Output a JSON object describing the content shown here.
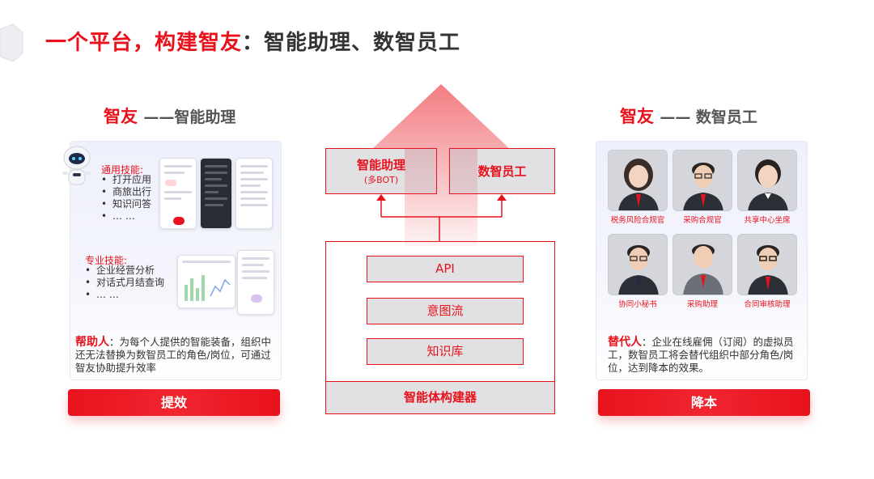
{
  "header": {
    "title_red": "一个平台，构建智友",
    "title_dark": "：智能助理、数智员工"
  },
  "left": {
    "heading_red": "智友",
    "heading_dark": "——智能助理",
    "general_title": "通用技能:",
    "general_items": [
      "打开应用",
      "商旅出行",
      "知识问答",
      "… …"
    ],
    "pro_title": "专业技能:",
    "pro_items": [
      "企业经营分析",
      "对话式月结查询",
      "… …"
    ],
    "desc_strong": "帮助人",
    "desc_text": "：为每个人提供的智能装备，组织中还无法替换为数智员工的角色/岗位，可通过智友协助提升效率",
    "button": "提效"
  },
  "center": {
    "box1_title": "智能助理",
    "box1_sub": "(多BOT)",
    "box2_title": "数智员工",
    "layers": [
      "API",
      "意图流",
      "知识库"
    ],
    "builder": "智能体构建器"
  },
  "right": {
    "heading_red": "智友",
    "heading_dark": "—— 数智员工",
    "avatars": [
      "税务风险合规官",
      "采购合规官",
      "共享中心坐席",
      "协同小秘书",
      "采购助理",
      "合同审核助理"
    ],
    "desc_strong": "替代人",
    "desc_text": "：企业在线雇佣（订阅）的虚拟员工，数智员工将会替代组织中部分角色/岗位，达到降本的效果。",
    "button": "降本"
  },
  "colors": {
    "accent": "#e8121c",
    "box_fill": "#c8c8cd"
  }
}
